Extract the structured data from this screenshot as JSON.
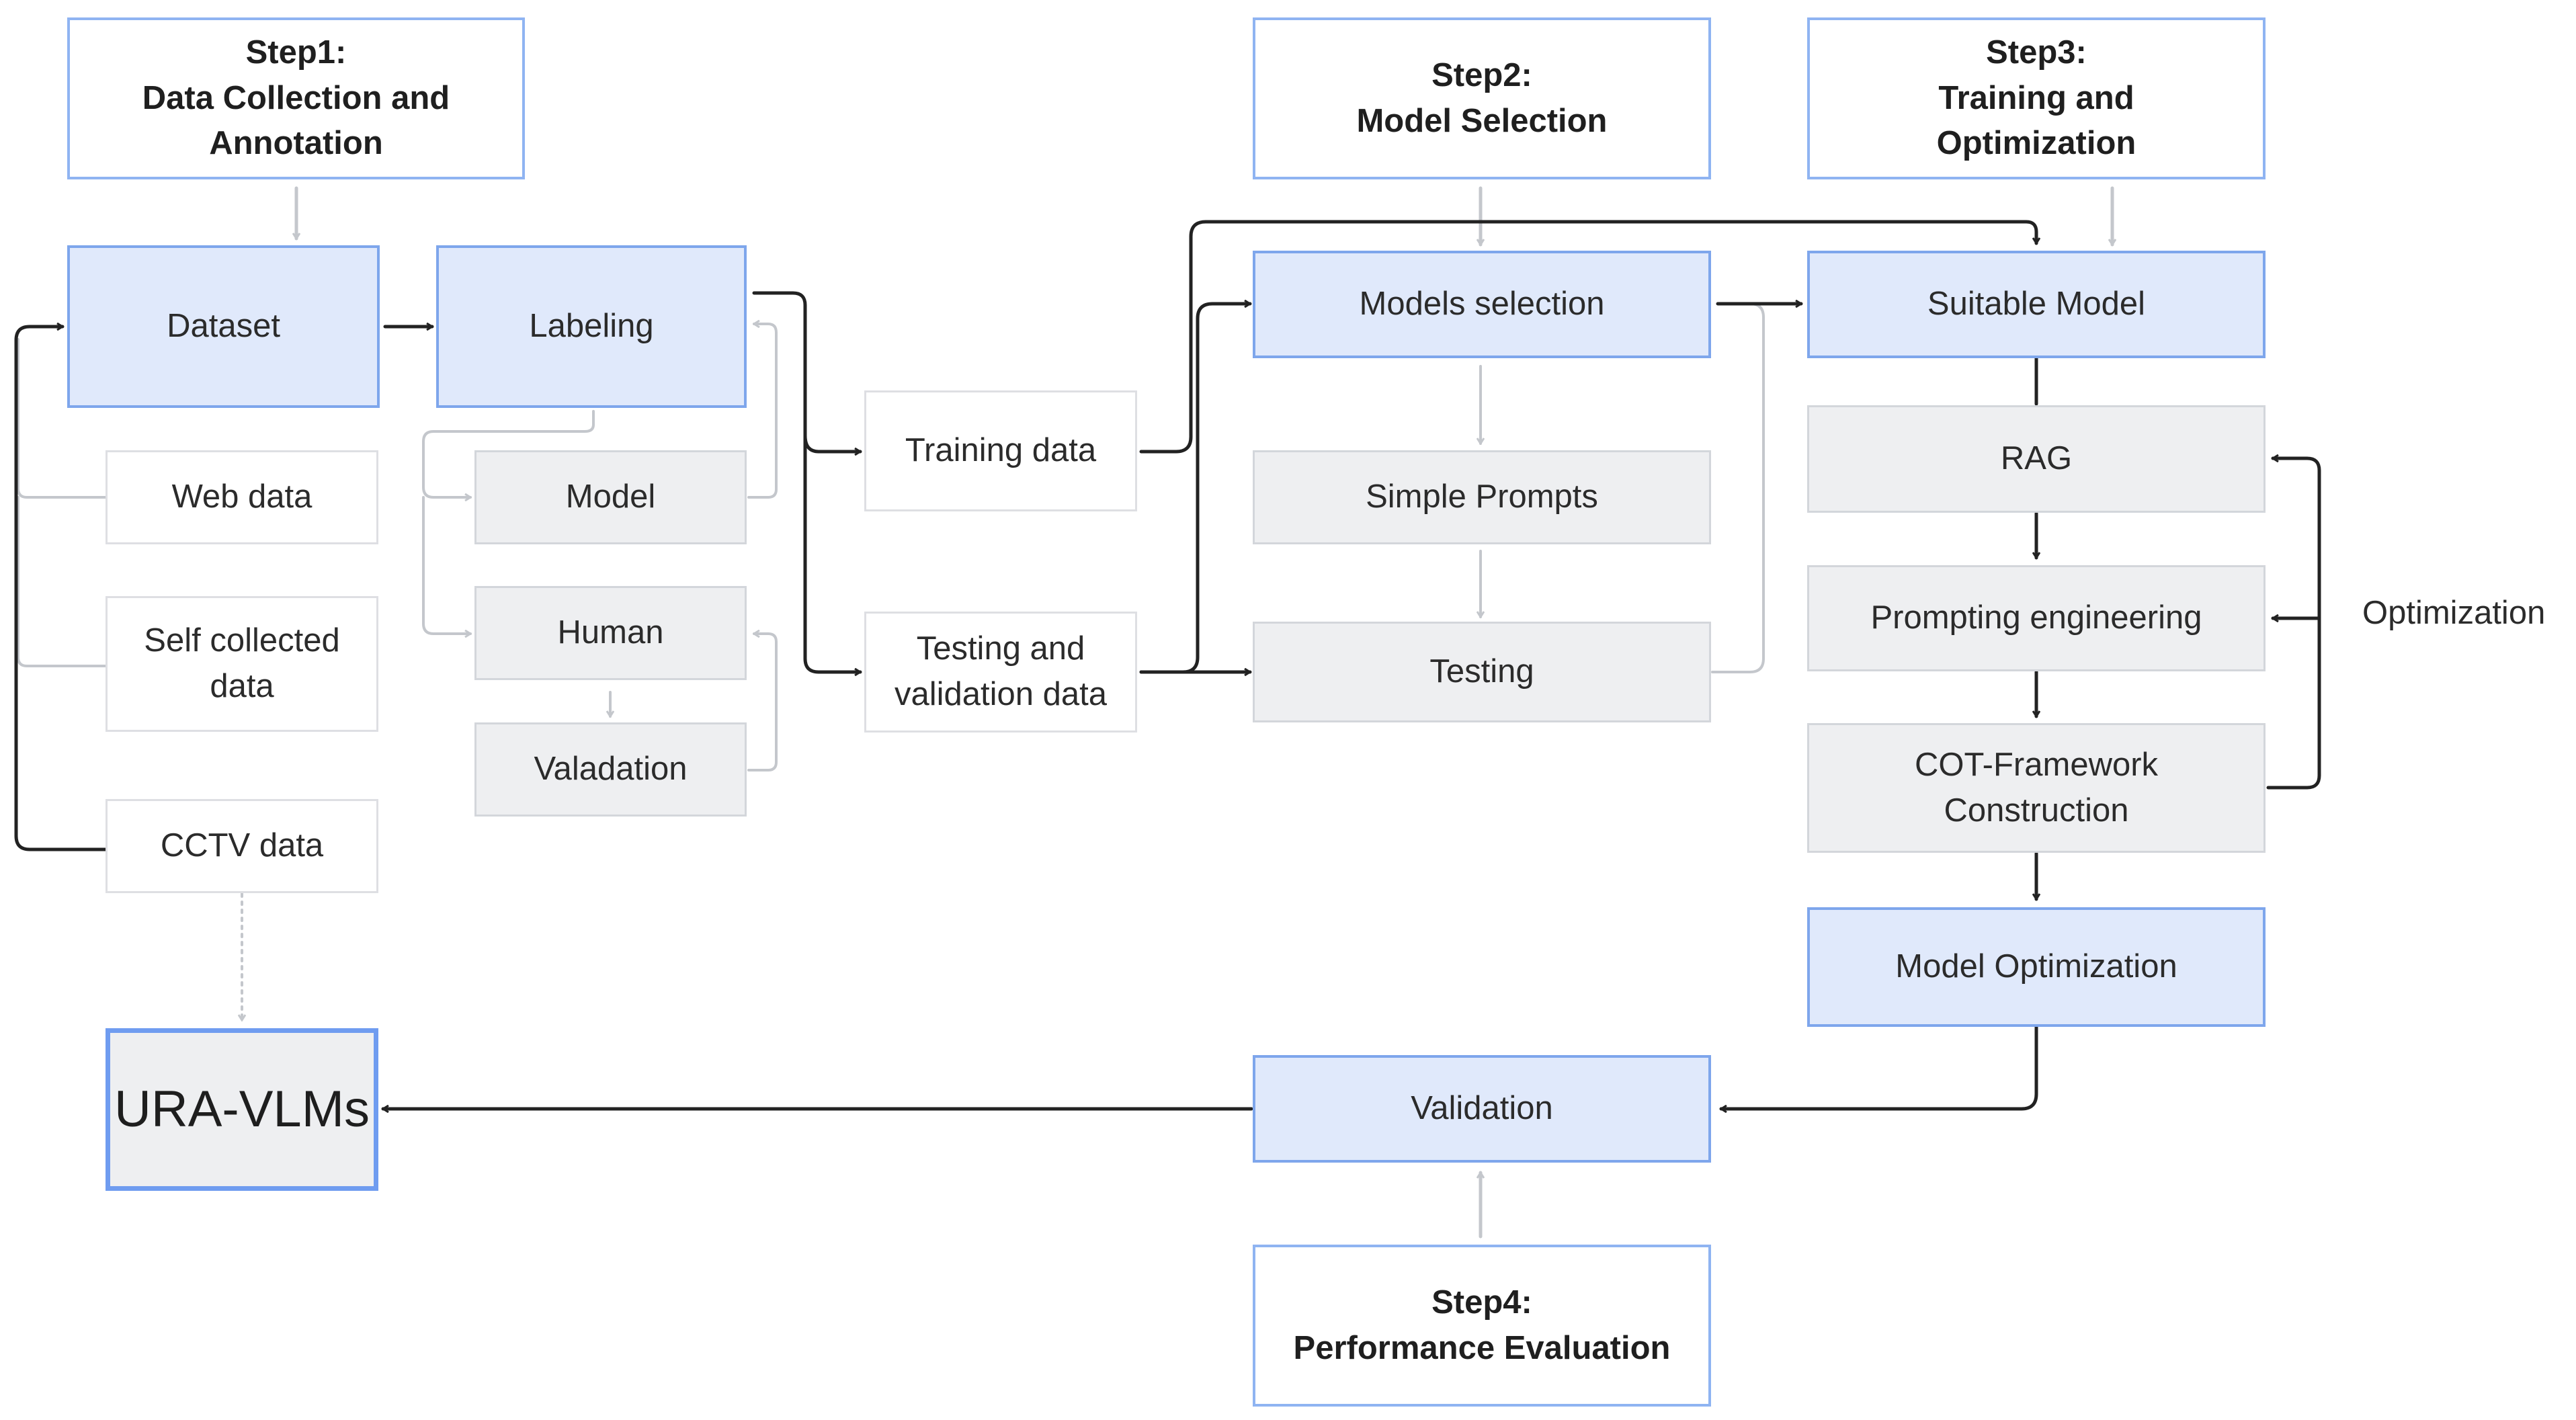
{
  "steps": {
    "step1": {
      "title": "Step1:",
      "subtitle_lines": [
        "Data Collection and",
        "Annotation"
      ]
    },
    "step2": {
      "title": "Step2:",
      "subtitle_lines": [
        "Model Selection"
      ]
    },
    "step3": {
      "title": "Step3:",
      "subtitle_lines": [
        "Training and",
        "Optimization"
      ]
    },
    "step4": {
      "title": "Step4:",
      "subtitle_lines": [
        "Performance Evaluation"
      ]
    }
  },
  "collection": {
    "dataset": "Dataset",
    "web_data": "Web data",
    "self_collected_lines": [
      "Self collected",
      "data"
    ],
    "cctv_data": "CCTV data"
  },
  "labeling": {
    "labeling": "Labeling",
    "model": "Model",
    "human": "Human",
    "validation": "Valadation"
  },
  "split": {
    "training": "Training data",
    "testing_lines": [
      "Testing and",
      "validation data"
    ]
  },
  "selection": {
    "models_selection": "Models selection",
    "simple_prompts": "Simple Prompts",
    "testing": "Testing"
  },
  "training": {
    "suitable_model": "Suitable Model",
    "rag": "RAG",
    "prompting": "Prompting engineering",
    "cot_lines": [
      "COT-Framework",
      "Construction"
    ],
    "model_optimization": "Model Optimization",
    "optimization_label": "Optimization"
  },
  "evaluation": {
    "validation": "Validation",
    "final": "URA-VLMs"
  },
  "colors": {
    "step_border": "#8fb4f2",
    "blue_fill": "#e0e9fb",
    "blue_border": "#7ea6ec",
    "gray_fill": "#eeeff1",
    "dark_line": "#222222",
    "light_line": "#c4c7cc"
  }
}
